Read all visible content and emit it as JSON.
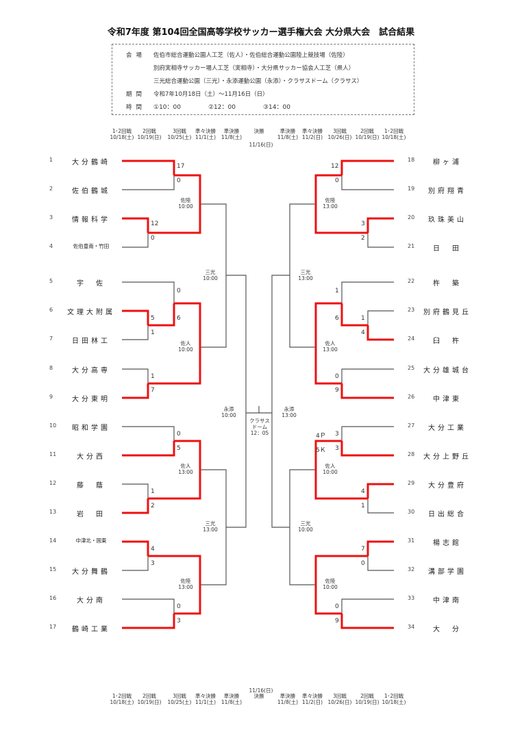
{
  "title": "令和7年度 第104回全国高等学校サッカー選手権大会 大分県大会　試合結果",
  "info": {
    "venue_label": "会場",
    "venues": [
      "佐伯市総合運動公園人工芝（佐人）・佐伯総合運動公園陸上競技場（佐陸）",
      "別府実相寺サッカー場人工芝（実相寺）・大分県サッカー協会人工芝（県人）",
      "三光総合運動公園（三光）・永添運動公園（永添）・クラサスドーム（クラサス）"
    ],
    "period_label": "期間",
    "period": "令和7年10月18日（土）～11月16日（日）",
    "time_label": "時間",
    "times": [
      "①10：00",
      "②12：00",
      "③14：00"
    ]
  },
  "rounds_header": [
    {
      "name": "1･2回戦",
      "date": "10/18(土)"
    },
    {
      "name": "2回戦",
      "date": "10/19(日)"
    },
    {
      "name": "3回戦",
      "date": "10/25(土)"
    },
    {
      "name": "準々決勝",
      "date": "11/1(土)"
    },
    {
      "name": "準決勝",
      "date": "11/8(土)"
    },
    {
      "name": "決勝",
      "date": ""
    },
    {
      "name": "準決勝",
      "date": "11/8(土)"
    },
    {
      "name": "準々決勝",
      "date": "11/2(日)"
    },
    {
      "name": "3回戦",
      "date": "10/26(日)"
    },
    {
      "name": "2回戦",
      "date": "10/19(日)"
    },
    {
      "name": "1･2回戦",
      "date": "10/18(土)"
    }
  ],
  "final_date": "11/16(日)",
  "colors": {
    "winner_line": "#ee1111",
    "line": "#555555"
  },
  "left_teams": [
    {
      "num": "1",
      "name": "大分鶴崎"
    },
    {
      "num": "2",
      "name": "佐伯鶴城"
    },
    {
      "num": "3",
      "name": "情報科学"
    },
    {
      "num": "4",
      "name": "佐伯豊南・竹田"
    },
    {
      "num": "5",
      "name": "宇　佐"
    },
    {
      "num": "6",
      "name": "文理大附属"
    },
    {
      "num": "7",
      "name": "日田林工"
    },
    {
      "num": "8",
      "name": "大分高専"
    },
    {
      "num": "9",
      "name": "大分東明"
    },
    {
      "num": "10",
      "name": "昭和学園"
    },
    {
      "num": "11",
      "name": "大分西"
    },
    {
      "num": "12",
      "name": "藤　蔭"
    },
    {
      "num": "13",
      "name": "岩　田"
    },
    {
      "num": "14",
      "name": "中津北・国東"
    },
    {
      "num": "15",
      "name": "大分舞鶴"
    },
    {
      "num": "16",
      "name": "大分南"
    },
    {
      "num": "17",
      "name": "鶴崎工業"
    }
  ],
  "right_teams": [
    {
      "num": "18",
      "name": "柳ヶ浦"
    },
    {
      "num": "19",
      "name": "別府翔青"
    },
    {
      "num": "20",
      "name": "玖珠美山"
    },
    {
      "num": "21",
      "name": "日　田"
    },
    {
      "num": "22",
      "name": "杵　築"
    },
    {
      "num": "23",
      "name": "別府鶴見丘"
    },
    {
      "num": "24",
      "name": "臼　杵"
    },
    {
      "num": "25",
      "name": "大分雄城台"
    },
    {
      "num": "26",
      "name": "中津東"
    },
    {
      "num": "27",
      "name": "大分工業"
    },
    {
      "num": "28",
      "name": "大分上野丘"
    },
    {
      "num": "29",
      "name": "大分豊府"
    },
    {
      "num": "30",
      "name": "日出総合"
    },
    {
      "num": "31",
      "name": "楊志館"
    },
    {
      "num": "32",
      "name": "溝部学園"
    },
    {
      "num": "33",
      "name": "中津南"
    },
    {
      "num": "34",
      "name": "大　分"
    }
  ],
  "scores": {
    "m1_2": [
      "17",
      "0"
    ],
    "m3_4": [
      "12",
      "0"
    ],
    "m6_7": [
      "5",
      "1"
    ],
    "m5_67": [
      "0",
      "6"
    ],
    "m8_9": [
      "1",
      "7"
    ],
    "m10_11": [
      "0",
      "5"
    ],
    "m12_13": [
      "1",
      "2"
    ],
    "m14_15": [
      "4",
      "3"
    ],
    "m16_17": [
      "0",
      "3"
    ],
    "m18_19": [
      "12",
      "0"
    ],
    "m20_21": [
      "3",
      "2"
    ],
    "m23_24": [
      "1",
      "4"
    ],
    "m22_2324": [
      "1",
      "6"
    ],
    "m25_26": [
      "0",
      "9"
    ],
    "m27_28": [
      "3",
      "3"
    ],
    "m27_28_pk": [
      "4Ｐ",
      "5Ｋ"
    ],
    "m29_30": [
      "4",
      "1"
    ],
    "m31_32": [
      "7",
      "0"
    ],
    "m33_34": [
      "0",
      "9"
    ]
  },
  "venues": {
    "L_r3_a": {
      "place": "佐陸",
      "time": "10:00"
    },
    "L_r3_b": {
      "place": "佐人",
      "time": "10:00"
    },
    "L_r3_c": {
      "place": "佐人",
      "time": "13:00"
    },
    "L_r3_d": {
      "place": "佐陸",
      "time": "13:00"
    },
    "L_qf_a": {
      "place": "三光",
      "time": "10:00"
    },
    "L_qf_b": {
      "place": "三光",
      "time": "13:00"
    },
    "L_sf": {
      "place": "永添",
      "time": "10:00"
    },
    "R_r3_a": {
      "place": "佐陸",
      "time": "13:00"
    },
    "R_r3_b": {
      "place": "佐人",
      "time": "13:00"
    },
    "R_r3_c": {
      "place": "佐人",
      "time": "10:00"
    },
    "R_r3_d": {
      "place": "佐陸",
      "time": "10:00"
    },
    "R_qf_a": {
      "place": "三光",
      "time": "13:00"
    },
    "R_qf_b": {
      "place": "三光",
      "time": "10:00"
    },
    "R_sf": {
      "place": "永添",
      "time": "13:00"
    },
    "final": {
      "place1": "クラサス",
      "place2": "ドーム",
      "time": "12：05"
    }
  }
}
